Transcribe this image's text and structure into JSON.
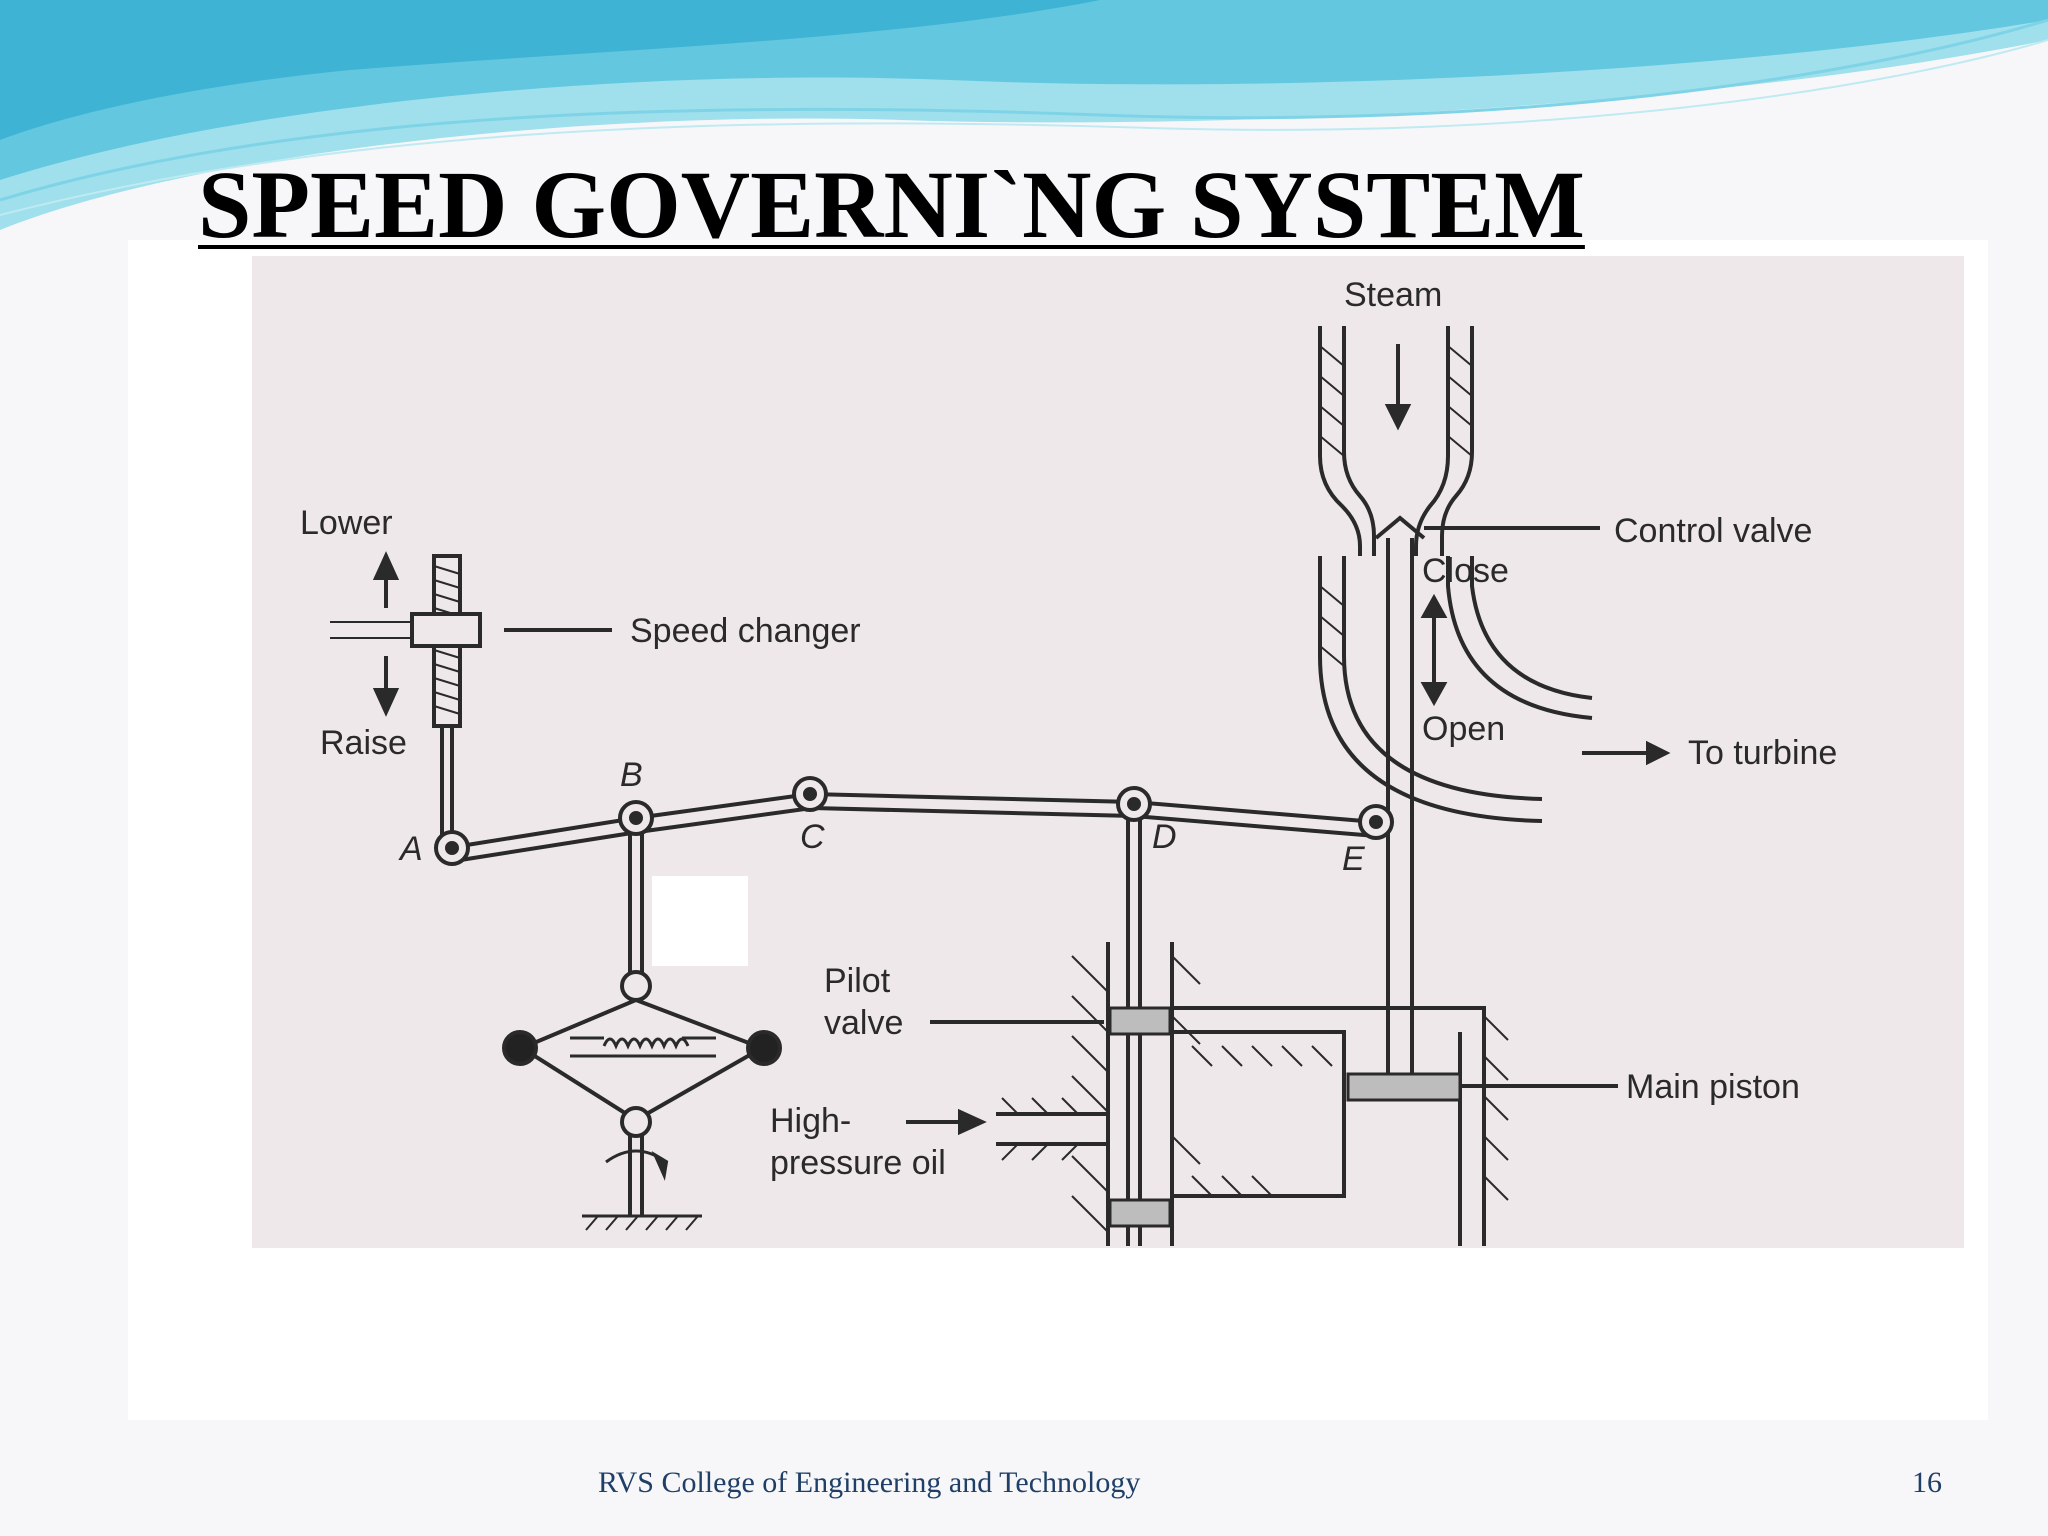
{
  "slide": {
    "title": "SPEED GOVERNI`NG SYSTEM",
    "footer": "RVS College of Engineering and Technology",
    "page_number": "16"
  },
  "diagram": {
    "labels": {
      "steam": "Steam",
      "control_valve": "Control valve",
      "close": "Close",
      "open": "Open",
      "to_turbine": "To turbine",
      "lower": "Lower",
      "raise": "Raise",
      "speed_changer": "Speed changer",
      "pilot_valve_line1": "Pilot",
      "pilot_valve_line2": "valve",
      "main_piston": "Main piston",
      "oil_line1": "High-",
      "oil_line2": "pressure oil"
    },
    "points": [
      "A",
      "B",
      "C",
      "D",
      "E"
    ]
  },
  "colors": {
    "wave_dark": "#3fb3d3",
    "wave_light": "#9fe0ec",
    "diagram_bg": "#efe8ea",
    "ink": "#2a2a2a",
    "footer_text": "#1f3f66"
  }
}
